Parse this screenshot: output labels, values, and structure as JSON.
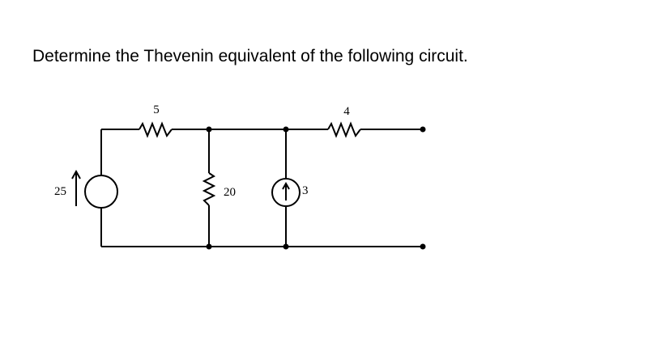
{
  "question": "Determine the Thevenin equivalent of the following circuit.",
  "circuit": {
    "voltage_source_value": "25",
    "resistor_series_left_value": "5",
    "resistor_shunt_value": "20",
    "current_source_value": "3",
    "resistor_series_right_value": "4"
  },
  "colors": {
    "ink": "#000000",
    "background": "#ffffff"
  }
}
